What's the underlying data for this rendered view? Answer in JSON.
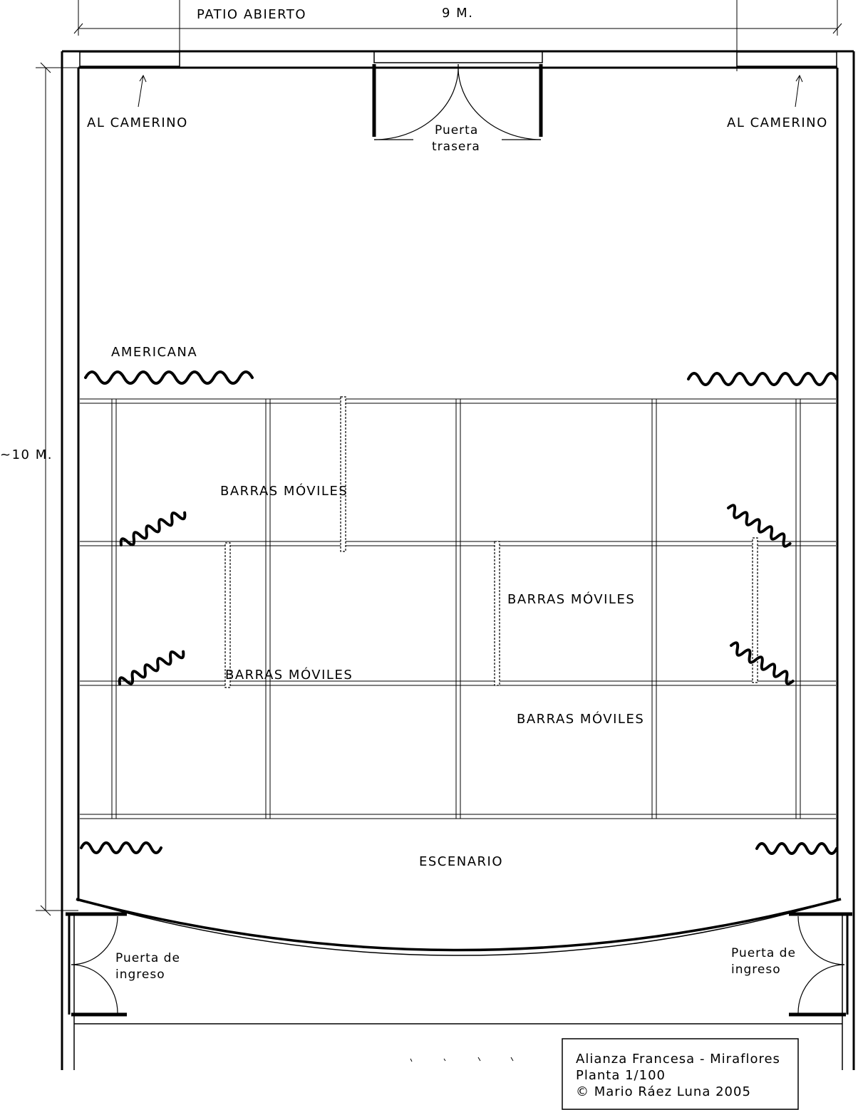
{
  "dimensions": {
    "width_label": "9 M.",
    "height_label": "~10 M."
  },
  "labels": {
    "patio": "PATIO ABIERTO",
    "camerino_left": "AL CAMERINO",
    "camerino_right": "AL CAMERINO",
    "rear_door_line1": "Puerta",
    "rear_door_line2": "trasera",
    "americana": "AMERICANA",
    "barras_1": "BARRAS MÓVILES",
    "barras_2": "BARRAS MÓVILES",
    "barras_3": "BARRAS MÓVILES",
    "barras_4": "BARRAS MÓVILES",
    "escenario": "ESCENARIO",
    "entry_left_line1": "Puerta de",
    "entry_left_line2": "ingreso",
    "entry_right_line1": "Puerta de",
    "entry_right_line2": "ingreso"
  },
  "title_block": {
    "line1": "Alianza Francesa - Miraflores",
    "line2": "Planta 1/100",
    "line3": "© Mario Ráez Luna 2005"
  }
}
